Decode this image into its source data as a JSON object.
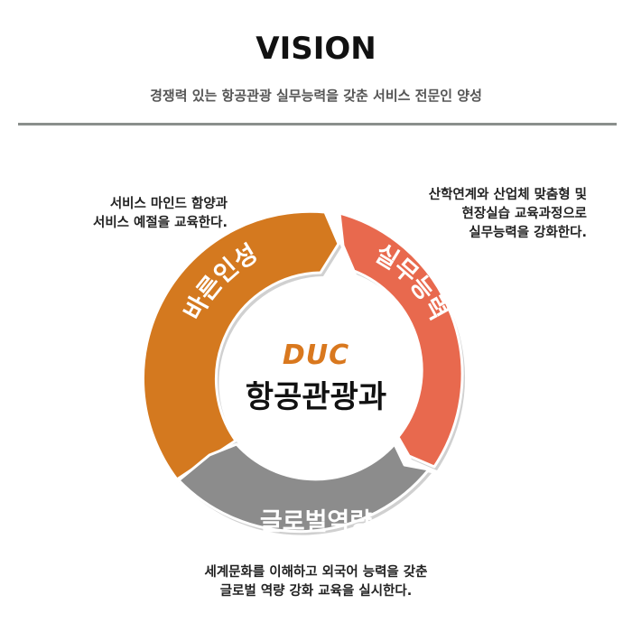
{
  "header": {
    "title": "VISION",
    "subtitle": "경쟁력 있는 항공관광 실무능력을 갖춘 서비스 전문인 양성"
  },
  "notes": {
    "left": [
      "서비스 마인드 함양과",
      "서비스 예절을 교육한다."
    ],
    "right": [
      "산학연계와 산업체 맞춤형 및",
      "현장실습 교육과정으로",
      "실무능력을  강화한다."
    ],
    "bottom": [
      "세계문화를 이해하고 외국어 능력을 갖춘",
      "글로벌 역량 강화 교육을 실시한다."
    ]
  },
  "ring": {
    "segments": [
      {
        "label": "바른인성",
        "color": "#d4791f"
      },
      {
        "label": "실무능력",
        "color": "#e8694e"
      },
      {
        "label": "글로벌역량",
        "color": "#8c8c8c"
      }
    ]
  },
  "center": {
    "logo": "DUC",
    "title": "항공관광과"
  }
}
